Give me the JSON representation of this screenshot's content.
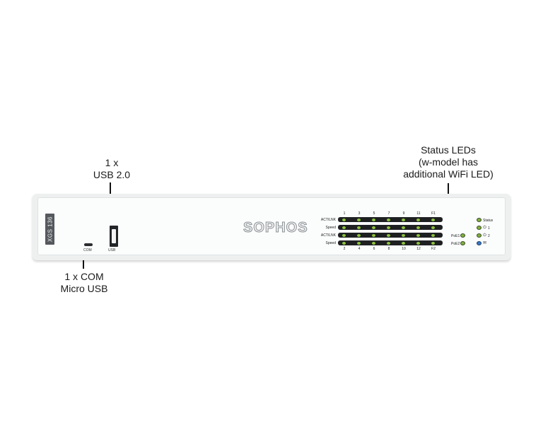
{
  "callouts": {
    "usb": [
      "1 x",
      "USB 2.0"
    ],
    "com": [
      "1 x COM",
      "Micro USB"
    ],
    "status": [
      "Status LEDs",
      "(w-model has",
      "additional WiFi LED)"
    ]
  },
  "device": {
    "model": "XGS 136",
    "logo": "SOPHOS",
    "com_label": "COM",
    "usb_label": "USB",
    "top_ports": [
      "1",
      "3",
      "5",
      "7",
      "9",
      "11",
      "F1"
    ],
    "bottom_ports": [
      "2",
      "4",
      "6",
      "8",
      "10",
      "12",
      "F2"
    ],
    "row_labels": [
      "ACT/LNK",
      "Speed",
      "ACT/LNK",
      "Speed"
    ],
    "poe": [
      "PoE1",
      "PoE2"
    ],
    "status_leds": [
      {
        "label": "Status",
        "icon": "",
        "color": "#7fb23a"
      },
      {
        "label": "1",
        "icon": "power-icon",
        "color": "#7fb23a"
      },
      {
        "label": "2",
        "icon": "power-icon",
        "color": "#7fb23a"
      },
      {
        "label": "",
        "icon": "envelope-icon",
        "color": "#3a78c8"
      }
    ],
    "led_color": "#8ec43c"
  }
}
